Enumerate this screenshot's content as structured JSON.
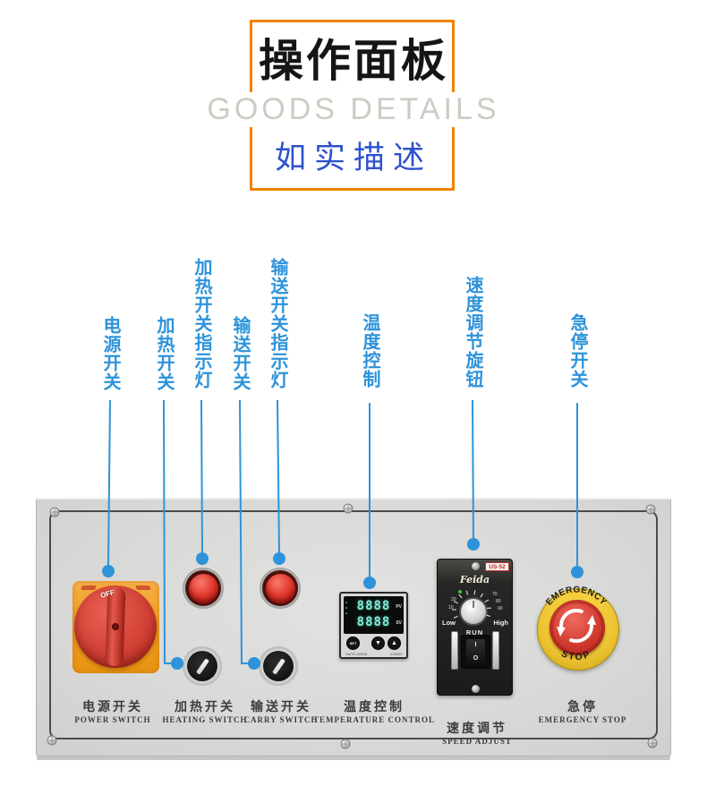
{
  "header": {
    "title": "操作面板",
    "subtitle": "GOODS DETAILS",
    "tagline": "如实描述"
  },
  "callouts": [
    {
      "text": "电源开关"
    },
    {
      "text": "加热开关"
    },
    {
      "text": "加热开关指示灯"
    },
    {
      "text": "输送开关"
    },
    {
      "text": "输送开关指示灯"
    },
    {
      "text": "温度控制"
    },
    {
      "text": "速度调节旋钮"
    },
    {
      "text": "急停开关"
    }
  ],
  "panel": {
    "power": {
      "knob_label": "OFF"
    },
    "temperature": {
      "pv_value": "8888",
      "sv_value": "8888",
      "pv_tag": "PV",
      "sv_tag": "SV",
      "set_label": "SET",
      "down_glyph": "▼",
      "up_glyph": "▲",
      "model": "XMTG-2000A",
      "maker": "ICMEN"
    },
    "speed": {
      "model": "US-52",
      "brand": "Feida",
      "low": "Low",
      "high": "High",
      "run": "RUN",
      "on": "I",
      "off": "O",
      "scale": [
        "10",
        "20",
        "70",
        "80",
        "90"
      ]
    },
    "estop": {
      "arc_top": "EMERGENCY",
      "arc_bottom": "STOP"
    },
    "captions": [
      {
        "cn": "电源开关",
        "en": "POWER SWITCH"
      },
      {
        "cn": "加热开关",
        "en": "HEATING SWITCH"
      },
      {
        "cn": "输送开关",
        "en": "CARRY SWITCH"
      },
      {
        "cn": "温度控制",
        "en": "TEMPERATURE CONTROL"
      },
      {
        "cn": "速度调节",
        "en": "SPEED ADJUST"
      },
      {
        "cn": "急停",
        "en": "EMERGENCY STOP"
      }
    ]
  },
  "colors": {
    "accent_blue": "#2E93DA",
    "deco_orange": "#F08200",
    "tagline_blue": "#2E52CB",
    "subtitle_gray": "#CFCBC3",
    "estop_yellow": "#EEC433",
    "control_red": "#D03F34"
  }
}
